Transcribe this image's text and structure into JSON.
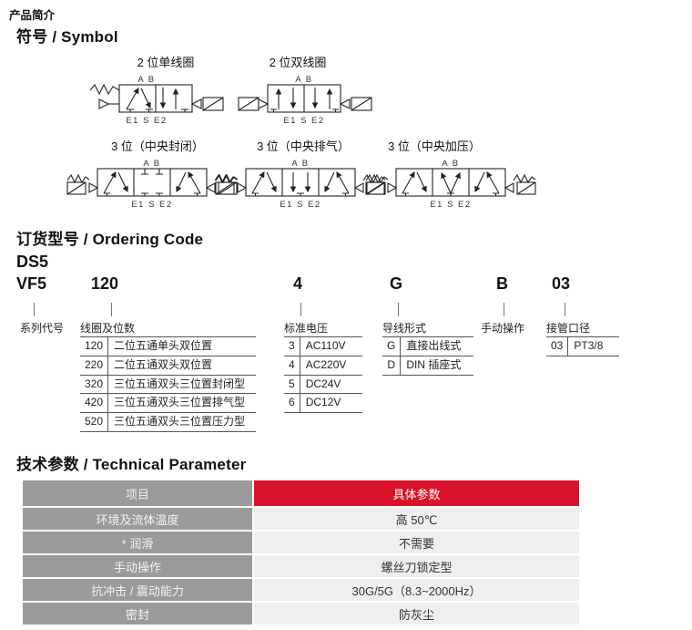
{
  "page": {
    "eyebrow": "产品简介"
  },
  "colors": {
    "accent": "#d9132a",
    "gray": "#9a9a9a",
    "rowbg": "#efefef"
  },
  "symbols": {
    "heading": "符号 / Symbol",
    "port_top": "A B",
    "port_bottom": "E1 S E2",
    "captions": [
      "2 位单线圈",
      "2 位双线圈",
      "3 位（中央封闭）",
      "3 位（中央排气）",
      "3 位（中央加压）"
    ]
  },
  "ordering": {
    "heading": "订货型号 / Ordering Code",
    "series": {
      "line1": "DS5",
      "line2": "VF5",
      "label": "系列代号"
    },
    "columns": [
      {
        "code": "120",
        "label": "线圈及位数",
        "rows": [
          [
            "120",
            "二位五通单头双位置"
          ],
          [
            "220",
            "二位五通双头双位置"
          ],
          [
            "320",
            "三位五通双头三位置封闭型"
          ],
          [
            "420",
            "三位五通双头三位置排气型"
          ],
          [
            "520",
            "三位五通双头三位置压力型"
          ]
        ]
      },
      {
        "code": "4",
        "label": "标准电压",
        "rows": [
          [
            "3",
            "AC110V"
          ],
          [
            "4",
            "AC220V"
          ],
          [
            "5",
            "DC24V"
          ],
          [
            "6",
            "DC12V"
          ]
        ]
      },
      {
        "code": "G",
        "label": "导线形式",
        "rows": [
          [
            "G",
            "直接出线式"
          ],
          [
            "D",
            "DIN 插座式"
          ]
        ]
      },
      {
        "code": "B",
        "label": "手动操作",
        "rows": []
      },
      {
        "code": "03",
        "label": "接管口径",
        "rows": [
          [
            "03",
            "PT3/8"
          ]
        ]
      }
    ]
  },
  "tech": {
    "heading": "技术参数 / Technical Parameter",
    "header": [
      "项目",
      "具体参数"
    ],
    "rows": [
      [
        "环境及流体温度",
        "高 50℃"
      ],
      [
        "* 润滑",
        "不需要"
      ],
      [
        "手动操作",
        "螺丝刀锁定型"
      ],
      [
        "抗冲击 / 震动能力",
        "30G/5G（8.3~2000Hz）"
      ],
      [
        "密封",
        "防灰尘"
      ]
    ]
  }
}
